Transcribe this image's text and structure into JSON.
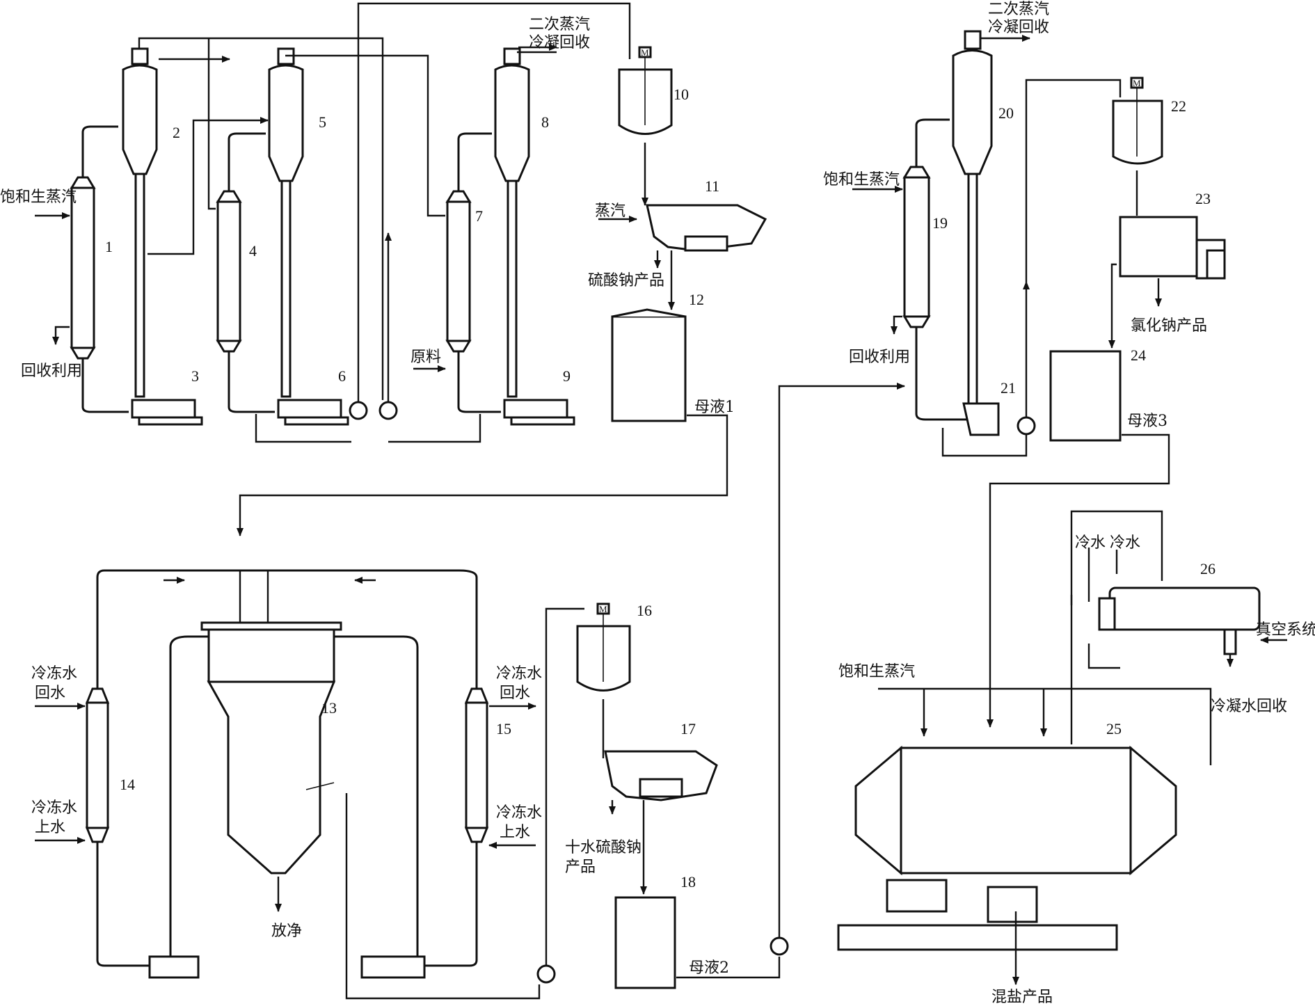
{
  "labels": {
    "steam_in_1": "饱和生蒸汽",
    "recover_1": "回收利用",
    "secondary_vapor_1": "二次蒸汽",
    "secondary_vapor_1b": "冷凝回收",
    "raw_material": "原料",
    "steam_11": "蒸汽",
    "sodium_sulfate": "硫酸钠产品",
    "mother_liquor_1": "母液1",
    "secondary_vapor_2": "二次蒸汽",
    "secondary_vapor_2b": "冷凝回收",
    "steam_in_19": "饱和生蒸汽",
    "recover_19": "回收利用",
    "nacl_product": "氯化钠产品",
    "mother_liquor_3": "母液3",
    "chilled_return_14a": "冷冻水",
    "chilled_return_14b": "回水",
    "chilled_supply_14a": "冷冻水",
    "chilled_supply_14b": "上水",
    "chilled_return_15a": "冷冻水",
    "chilled_return_15b": "回水",
    "chilled_supply_15a": "冷冻水",
    "chilled_supply_15b": "上水",
    "drain": "放净",
    "decahydrate_a": "十水硫酸钠",
    "decahydrate_b": "产品",
    "mother_liquor_2": "母液2",
    "steam_in_25": "饱和生蒸汽",
    "cold_water_1": "冷水",
    "cold_water_2": "冷水",
    "vacuum": "真空系统",
    "condensate": "冷凝水回收",
    "mixed_salt": "混盐产品",
    "motor": "M"
  },
  "equipment_numbers": [
    "1",
    "2",
    "3",
    "4",
    "5",
    "6",
    "7",
    "8",
    "9",
    "10",
    "11",
    "12",
    "13",
    "14",
    "15",
    "16",
    "17",
    "18",
    "19",
    "20",
    "21",
    "22",
    "23",
    "24",
    "25",
    "26"
  ]
}
